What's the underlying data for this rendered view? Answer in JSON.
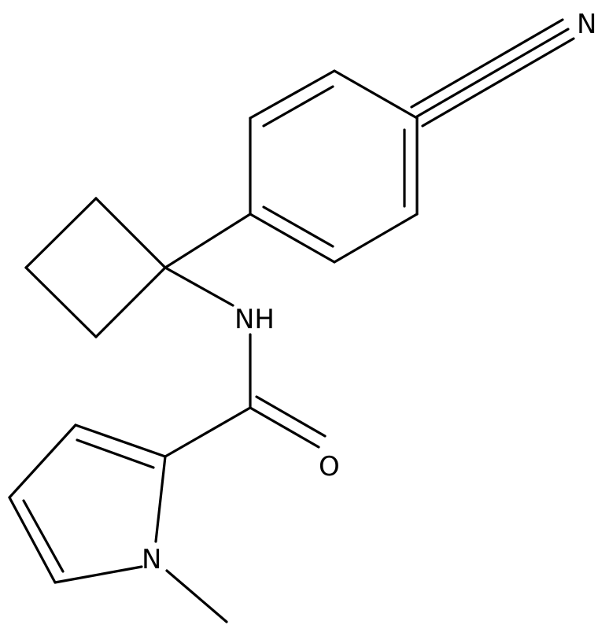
{
  "molecule": {
    "atom_labels": {
      "nitrile_n": "N",
      "amide_nh": "NH",
      "carbonyl_o": "O",
      "pyrrole_n": "N"
    }
  }
}
